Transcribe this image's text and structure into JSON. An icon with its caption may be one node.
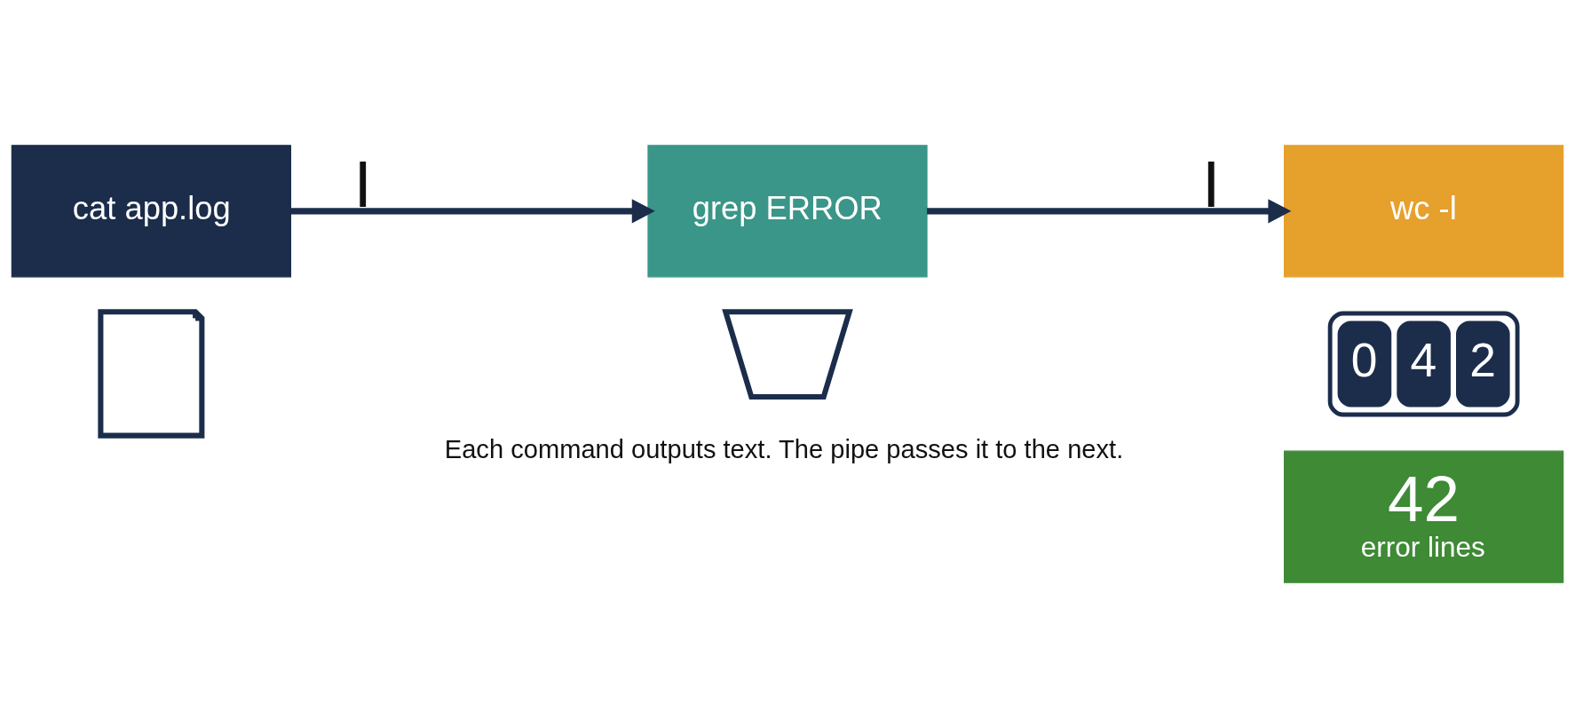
{
  "diagram": {
    "nodes": [
      {
        "text": [
          "cat app.log"
        ]
      },
      {
        "text": [
          "grep ERROR"
        ]
      },
      {
        "text": [
          "wc -l"
        ]
      },
      {
        "text": [],
        "shape": "document"
      },
      {
        "text": [],
        "shape": "funnel"
      },
      {
        "text": [
          "0",
          "4",
          "2"
        ]
      },
      {
        "text": [
          "42",
          "error lines"
        ]
      }
    ],
    "edges": [
      {
        "from": 0,
        "to": 1,
        "arrow": "to",
        "label": "|"
      },
      {
        "from": 1,
        "to": 2,
        "arrow": "to",
        "label": "|"
      }
    ],
    "labels": [
      "Each command outputs text. The pipe passes it to the next."
    ]
  }
}
